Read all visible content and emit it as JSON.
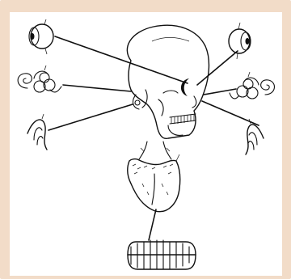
{
  "colors": {
    "frame_background": "#f2dcc8",
    "panel_background": "#ffffff",
    "line": "#111111"
  },
  "figures": [
    {
      "name": "eye-icon",
      "side": "left"
    },
    {
      "name": "ear-icon",
      "side": "left"
    },
    {
      "name": "nerve-icon",
      "side": "left"
    },
    {
      "name": "eye-icon",
      "side": "right"
    },
    {
      "name": "ear-icon",
      "side": "right"
    },
    {
      "name": "nerve-icon",
      "side": "right"
    },
    {
      "name": "skull-illustration",
      "side": "center"
    },
    {
      "name": "tongue-illustration",
      "side": "center"
    },
    {
      "name": "teeth-illustration",
      "side": "center"
    }
  ]
}
